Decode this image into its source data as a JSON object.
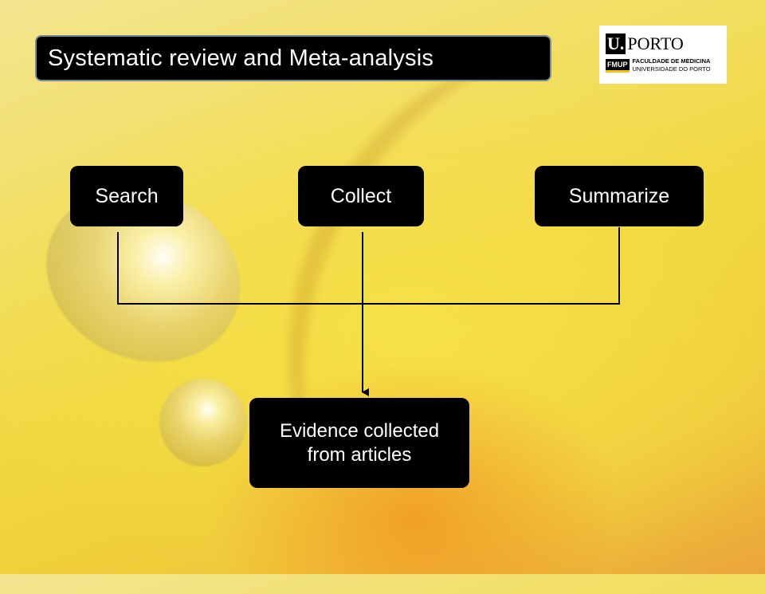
{
  "slide": {
    "title": "Systematic review and Meta-analysis"
  },
  "logo": {
    "mark": "U.",
    "name": "PORTO",
    "faculty_abbr": "FMUP",
    "faculty_line1": "FACULDADE DE MEDICINA",
    "faculty_line2": "UNIVERSIDADE DO PORTO"
  },
  "diagram": {
    "nodes": {
      "search": "Search",
      "collect": "Collect",
      "summarize": "Summarize",
      "evidence": "Evidence collected from articles"
    }
  },
  "colors": {
    "node_fill": "#000000",
    "node_text": "#ffffff",
    "title_border": "#7a8a96",
    "background": "#f1d73e"
  }
}
